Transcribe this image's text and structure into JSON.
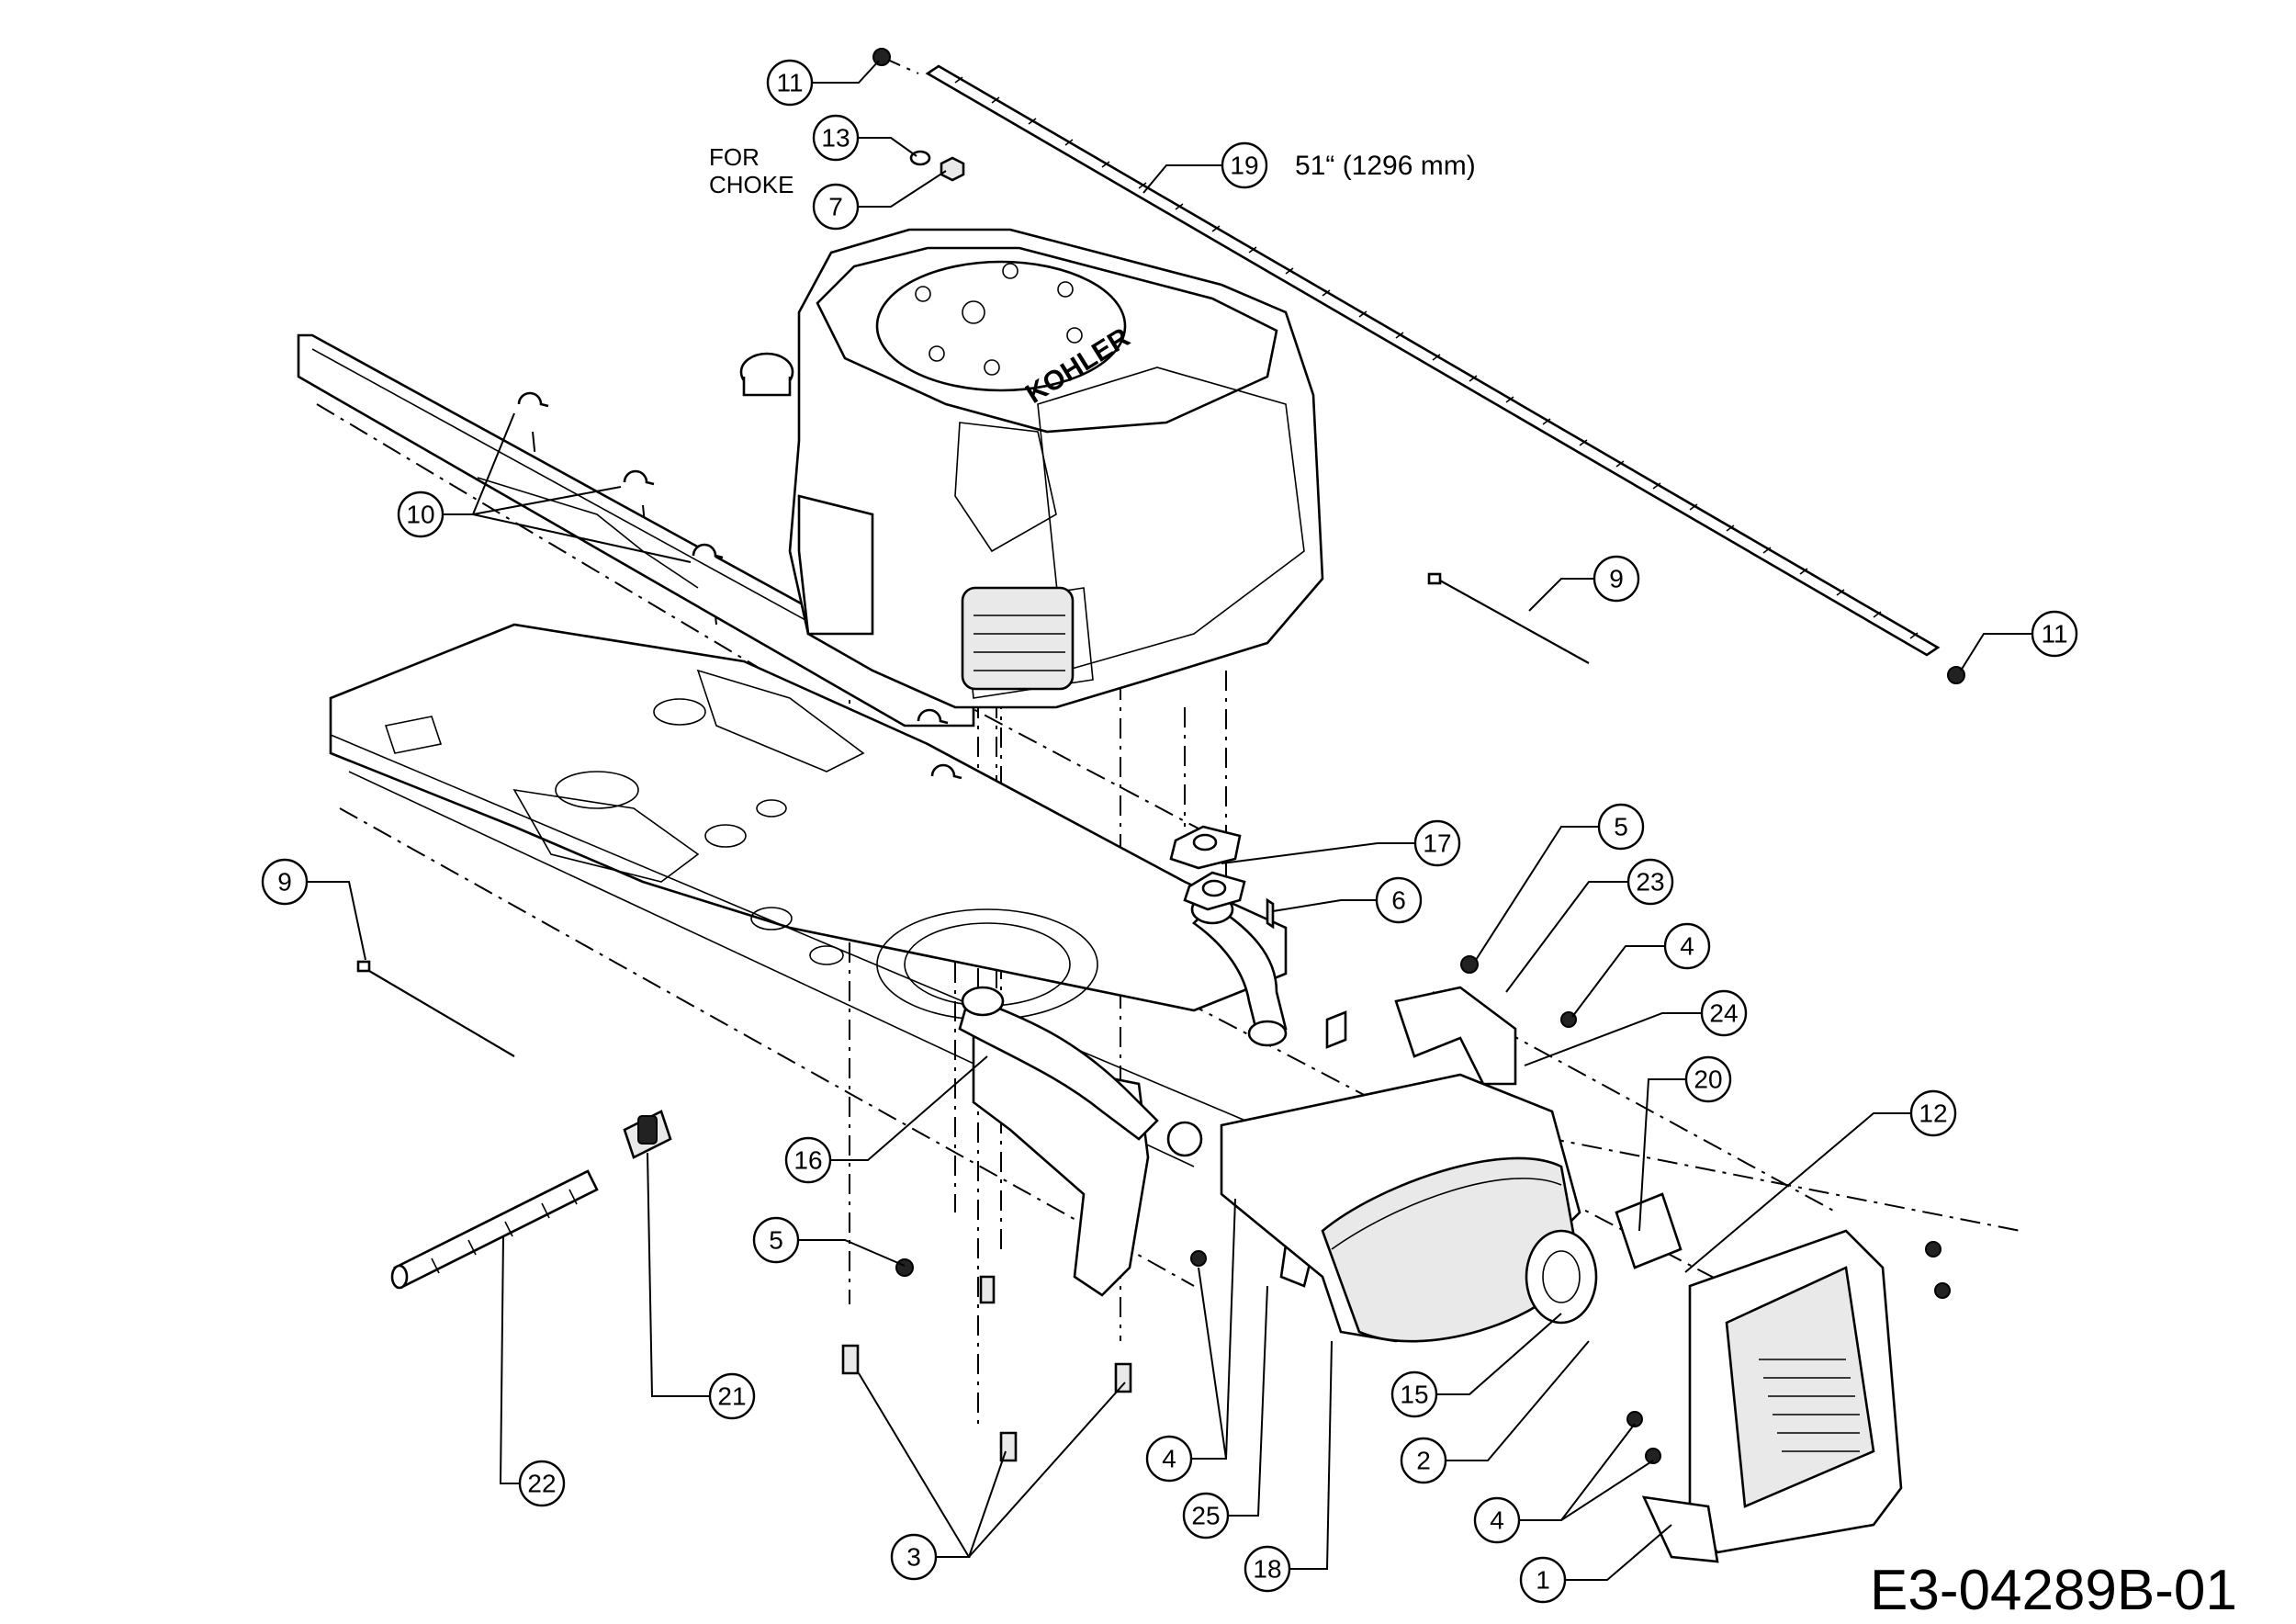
{
  "drawing": {
    "code": "E3-04289B-01",
    "rod_dimension": "51“ (1296 mm)",
    "choke_note_line1": "FOR",
    "choke_note_line2": "CHOKE",
    "engine_brand": "KOHLER"
  },
  "callouts": [
    {
      "id": "c11a",
      "n": "11"
    },
    {
      "id": "c13",
      "n": "13"
    },
    {
      "id": "c7",
      "n": "7"
    },
    {
      "id": "c19",
      "n": "19"
    },
    {
      "id": "c10",
      "n": "10"
    },
    {
      "id": "c9a",
      "n": "9"
    },
    {
      "id": "c11b",
      "n": "11"
    },
    {
      "id": "c17",
      "n": "17"
    },
    {
      "id": "c5a",
      "n": "5"
    },
    {
      "id": "c6",
      "n": "6"
    },
    {
      "id": "c23",
      "n": "23"
    },
    {
      "id": "c9b",
      "n": "9"
    },
    {
      "id": "c4a",
      "n": "4"
    },
    {
      "id": "c24",
      "n": "24"
    },
    {
      "id": "c20",
      "n": "20"
    },
    {
      "id": "c12",
      "n": "12"
    },
    {
      "id": "c16",
      "n": "16"
    },
    {
      "id": "c5b",
      "n": "5"
    },
    {
      "id": "c21",
      "n": "21"
    },
    {
      "id": "c15",
      "n": "15"
    },
    {
      "id": "c2",
      "n": "2"
    },
    {
      "id": "c4b",
      "n": "4"
    },
    {
      "id": "c22",
      "n": "22"
    },
    {
      "id": "c25",
      "n": "25"
    },
    {
      "id": "c4c",
      "n": "4"
    },
    {
      "id": "c3",
      "n": "3"
    },
    {
      "id": "c18",
      "n": "18"
    },
    {
      "id": "c1",
      "n": "1"
    }
  ]
}
